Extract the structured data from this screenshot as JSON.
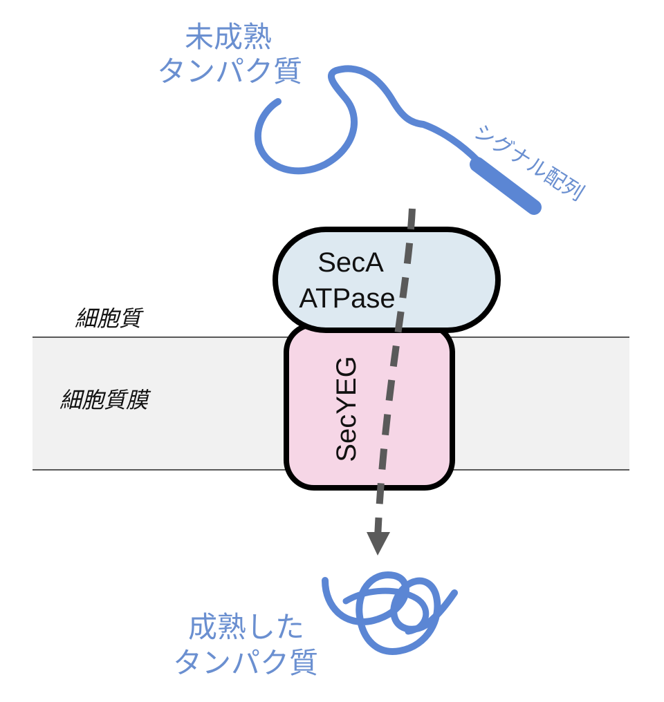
{
  "labels": {
    "immature_protein_line1": "未成熟",
    "immature_protein_line2": "タンパク質",
    "signal_sequence": "シグナル配列",
    "cytoplasm": "細胞質",
    "cell_membrane": "細胞質膜",
    "seca_line1": "SecA",
    "seca_line2": "ATPase",
    "secyeg": "SecYEG",
    "mature_protein_line1": "成熟した",
    "mature_protein_line2": "タンパク質"
  },
  "colors": {
    "protein_blue": "#5b86d4",
    "label_blue": "#6a8fd0",
    "membrane_fill": "#f1f1f1",
    "seca_fill": "#dde9f1",
    "secyeg_fill": "#f6d6e6",
    "arrow_gray": "#5a5a5a"
  }
}
